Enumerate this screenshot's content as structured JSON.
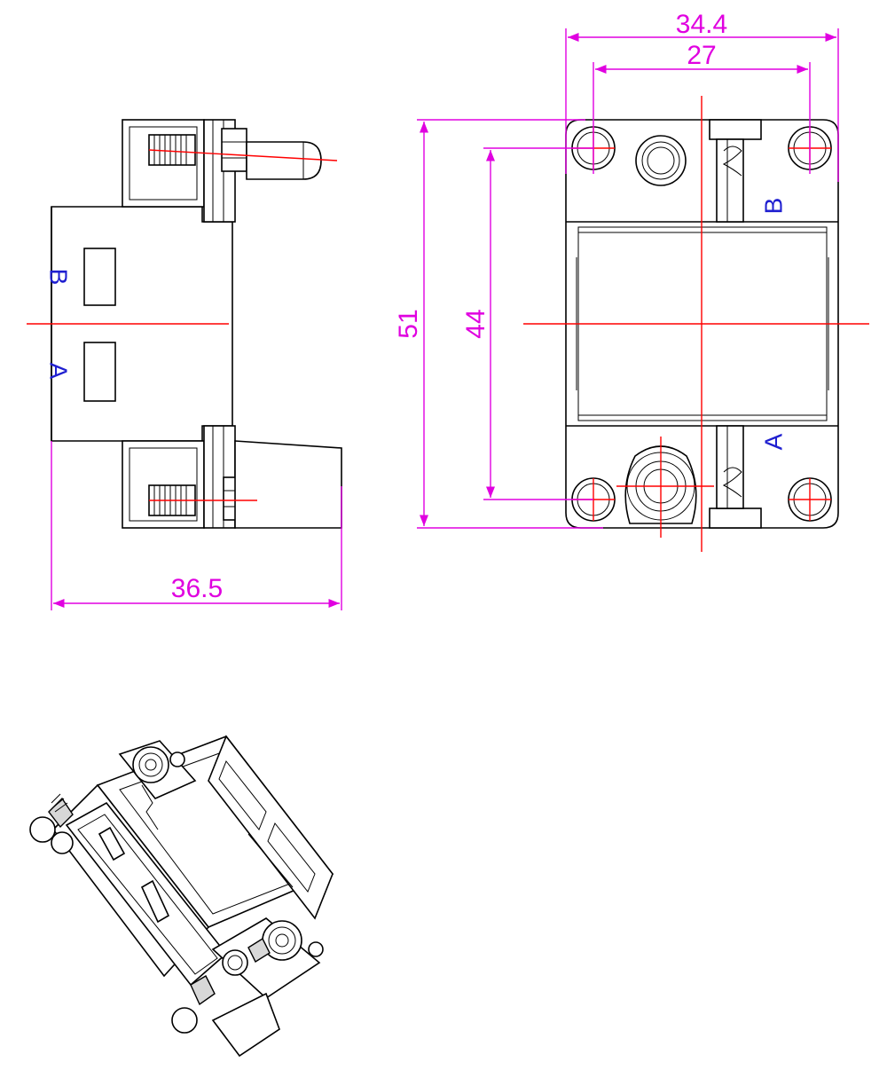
{
  "dimensions": {
    "overall_width": "34.4",
    "hole_spacing_width": "27",
    "overall_height": "51",
    "hole_spacing_height": "44",
    "side_depth": "36.5"
  },
  "markings": {
    "side_top": "B",
    "side_bottom": "A",
    "front_top": "B",
    "front_bottom": "A"
  },
  "colors": {
    "dimension": "#e000e0",
    "centerline": "#ff0000",
    "marking": "#1f1fd0",
    "outline": "#000000"
  }
}
